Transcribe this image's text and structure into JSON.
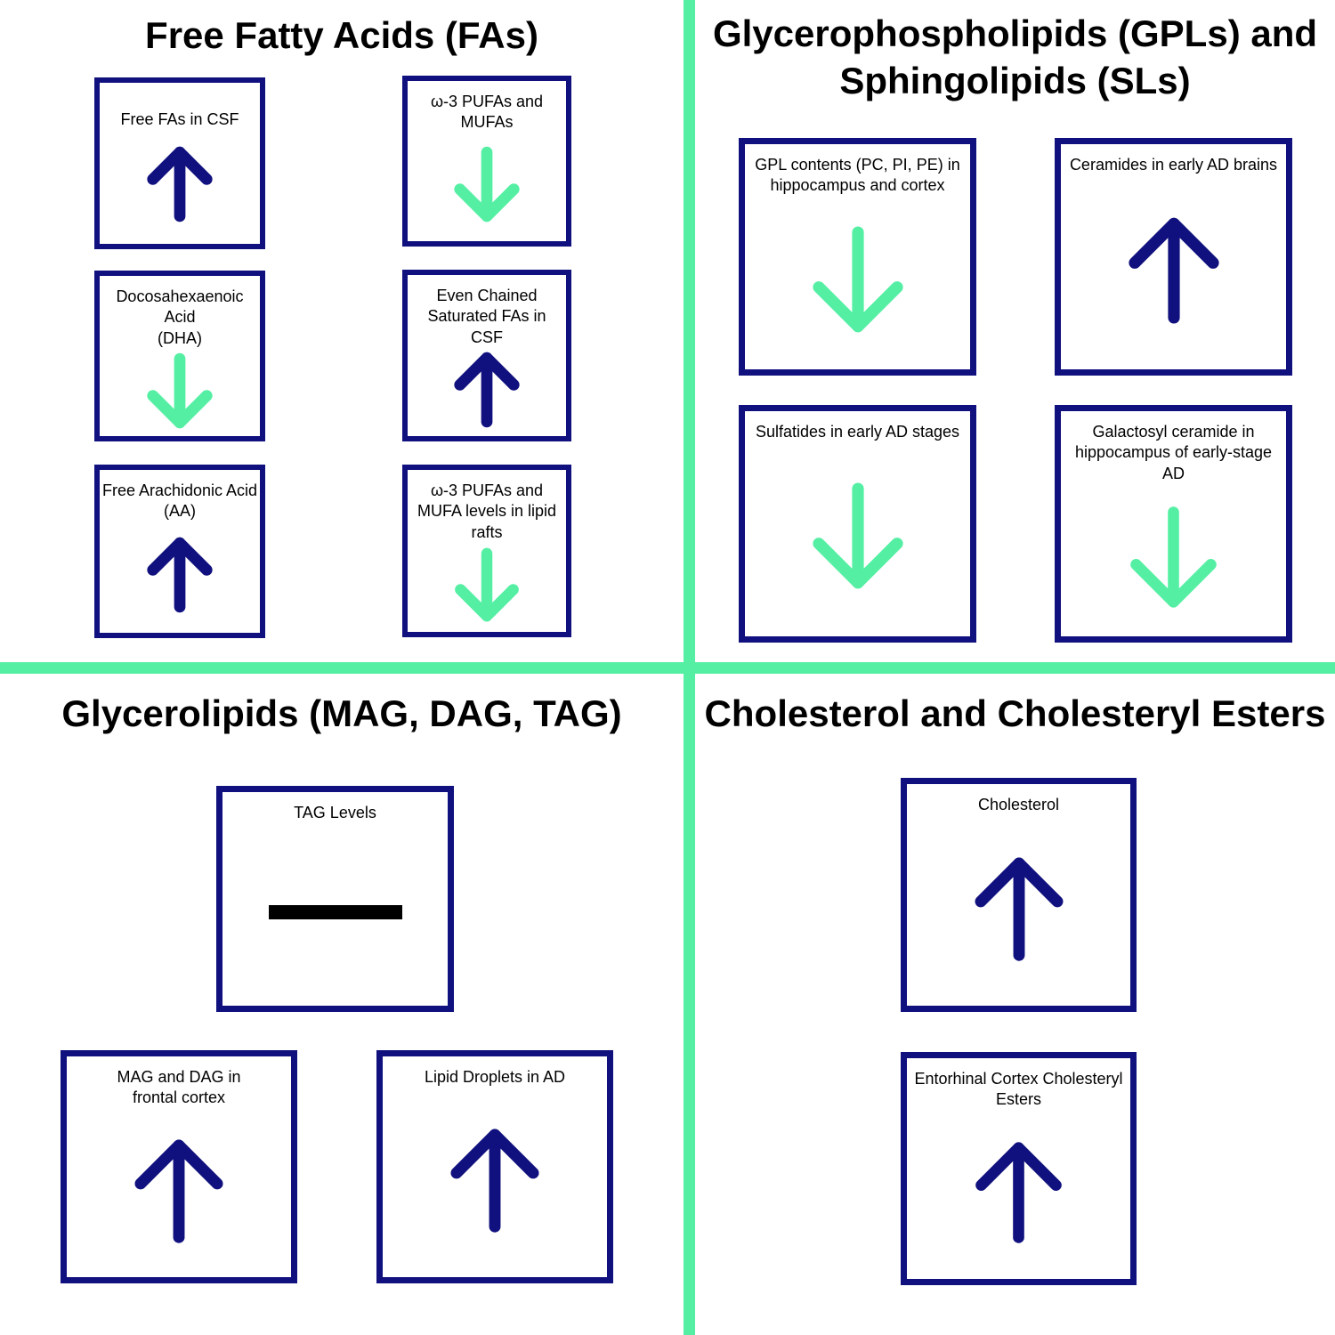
{
  "colors": {
    "increase_arrow": "#10107E",
    "decrease_arrow": "#55EFA4",
    "divider": "#55EFA4",
    "box_border": "#10107E",
    "no_change_dash": "#000000",
    "text": "#000000",
    "background": "#FFFFFF"
  },
  "legend_semantics": {
    "up_arrow": "increase",
    "down_arrow": "decrease",
    "dash": "no change"
  },
  "sections": [
    {
      "title": "Free Fatty Acids (FAs)",
      "boxes": [
        {
          "label": "Free FAs in CSF",
          "direction": "increase"
        },
        {
          "label": "ω-3 PUFAs and\nMUFAs",
          "direction": "decrease"
        },
        {
          "label": "Docosahexaenoic Acid\n(DHA)",
          "direction": "decrease"
        },
        {
          "label": "Even Chained\nSaturated FAs in CSF",
          "direction": "increase"
        },
        {
          "label": "Free Arachidonic Acid\n(AA)",
          "direction": "increase"
        },
        {
          "label": "ω-3 PUFAs and\nMUFA levels in lipid\nrafts",
          "direction": "decrease"
        }
      ]
    },
    {
      "title": "Glycerophospholipids (GPLs) and\nSphingolipids (SLs)",
      "boxes": [
        {
          "label": "GPL contents (PC, PI, PE) in\nhippocampus and cortex",
          "direction": "decrease"
        },
        {
          "label": "Ceramides in early AD brains",
          "direction": "increase"
        },
        {
          "label": "Sulfatides in early AD stages",
          "direction": "decrease"
        },
        {
          "label": "Galactosyl ceramide in\nhippocampus of early-stage\nAD",
          "direction": "decrease"
        }
      ]
    },
    {
      "title": "Glycerolipids (MAG, DAG, TAG)",
      "boxes": [
        {
          "label": "TAG Levels",
          "direction": "no-change"
        },
        {
          "label": "MAG and DAG in\nfrontal cortex",
          "direction": "increase"
        },
        {
          "label": "Lipid Droplets in AD",
          "direction": "increase"
        }
      ]
    },
    {
      "title": "Cholesterol and Cholesteryl Esters",
      "boxes": [
        {
          "label": "Cholesterol",
          "direction": "increase"
        },
        {
          "label": "Entorhinal Cortex Cholesteryl\nEsters",
          "direction": "increase"
        }
      ]
    }
  ]
}
